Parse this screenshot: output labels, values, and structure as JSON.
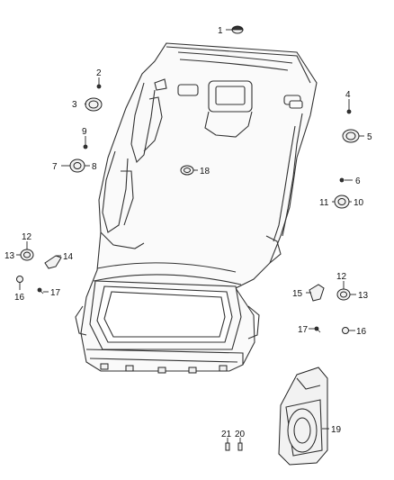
{
  "callouts": {
    "c1": "1",
    "c2": "2",
    "c3": "3",
    "c4": "4",
    "c5": "5",
    "c6": "6",
    "c7": "7",
    "c8": "8",
    "c9": "9",
    "c10": "10",
    "c11": "11",
    "c12_left": "12",
    "c13_left": "13",
    "c14": "14",
    "c16_left": "16",
    "c17_left": "17",
    "c18": "18",
    "c12_right": "12",
    "c13_right": "13",
    "c15": "15",
    "c16_right": "16",
    "c17_right": "17",
    "c19": "19",
    "c20": "20",
    "c21": "21"
  }
}
